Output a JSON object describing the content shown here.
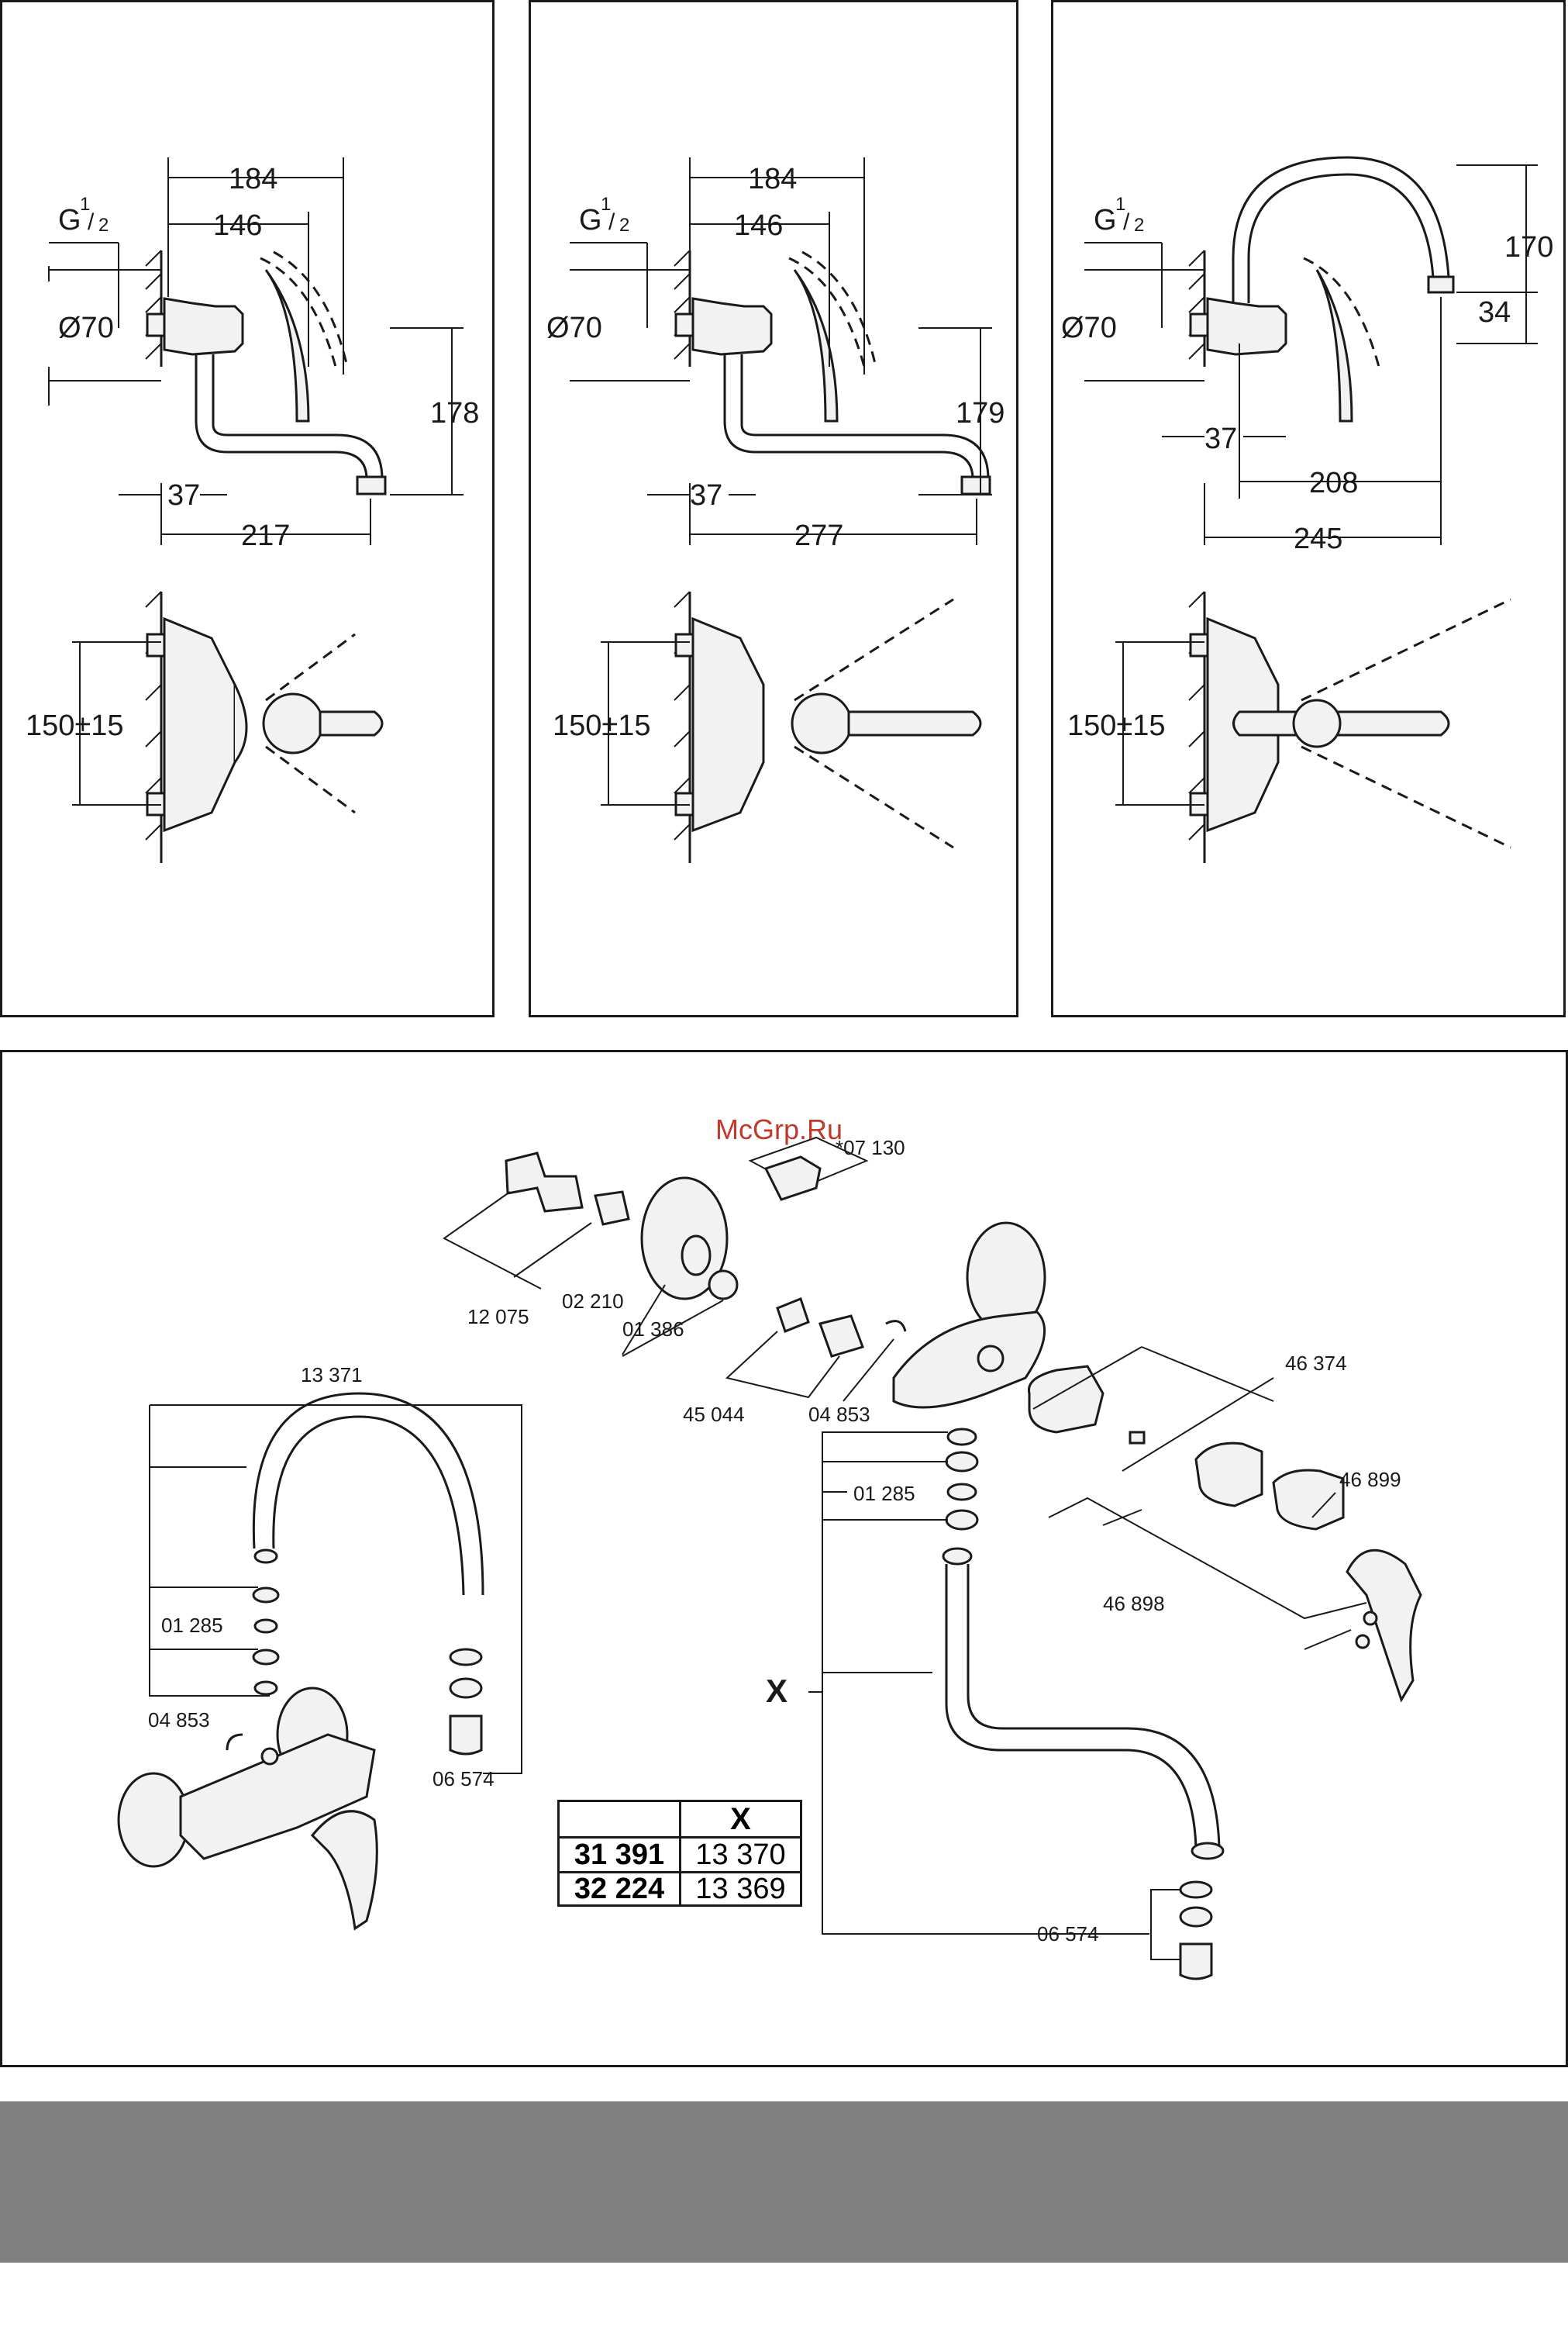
{
  "panels": [
    {
      "g_label": "G",
      "g_num": "1",
      "g_den": "2",
      "d184": "184",
      "d146": "146",
      "phi": "Ø70",
      "height": "178",
      "d37": "37",
      "bottom": "217",
      "spacing": "150±15"
    },
    {
      "g_label": "G",
      "g_num": "1",
      "g_den": "2",
      "d184": "184",
      "d146": "146",
      "phi": "Ø70",
      "height": "179",
      "d37": "37",
      "bottom": "277",
      "spacing": "150±15"
    },
    {
      "g_label": "G",
      "g_num": "1",
      "g_den": "2",
      "phi": "Ø70",
      "top_height": "170",
      "d34": "34",
      "d37": "37",
      "d208": "208",
      "bottom": "245",
      "spacing": "150±15"
    }
  ],
  "parts": {
    "p07130": "*07 130",
    "watermark": "McGrp.Ru",
    "p12075": "12 075",
    "p02210": "02 210",
    "p01386": "01 386",
    "p45044": "45 044",
    "p04853_top": "04 853",
    "p01285_mid": "01 285",
    "p46374": "46 374",
    "p46899": "46 899",
    "p46898": "46 898",
    "p13371": "13 371",
    "p01285_left": "01 285",
    "p04853_left": "04 853",
    "p06574_left": "06 574",
    "p06574_bottom": "06 574",
    "x_label": "X"
  },
  "table": {
    "header": "X",
    "rows": [
      {
        "model": "31 391",
        "part": "13 370"
      },
      {
        "model": "32 224",
        "part": "13 369"
      }
    ]
  }
}
